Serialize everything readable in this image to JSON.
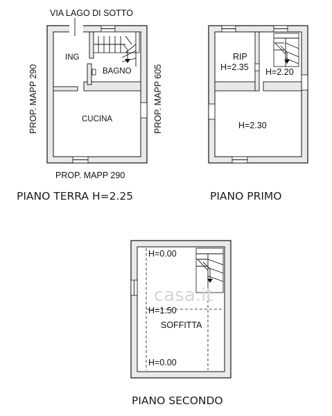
{
  "ground_floor": {
    "title": "PIANO TERRA H=2.25",
    "top_label": "VIA LAGO DI SOTTO",
    "bottom_label": "PROP. MAPP 290",
    "left_label": "PROP. MAPP 290",
    "right_label": "PROP. MAPP 605",
    "rooms": [
      "ING",
      "BAGNO",
      "CUCINA"
    ]
  },
  "first_floor": {
    "title": "PIANO PRIMO",
    "room_rip": "RIP",
    "h_rip": "H=2.35",
    "h_stair": "H=2.20",
    "h_main": "H=2.30"
  },
  "second_floor": {
    "title": "PIANO SECONDO",
    "h_top": "H=0.00",
    "h_mid": "H=1.50",
    "room": "SOFFITTA",
    "h_bottom": "H=0.00"
  },
  "watermark": "casa.it"
}
